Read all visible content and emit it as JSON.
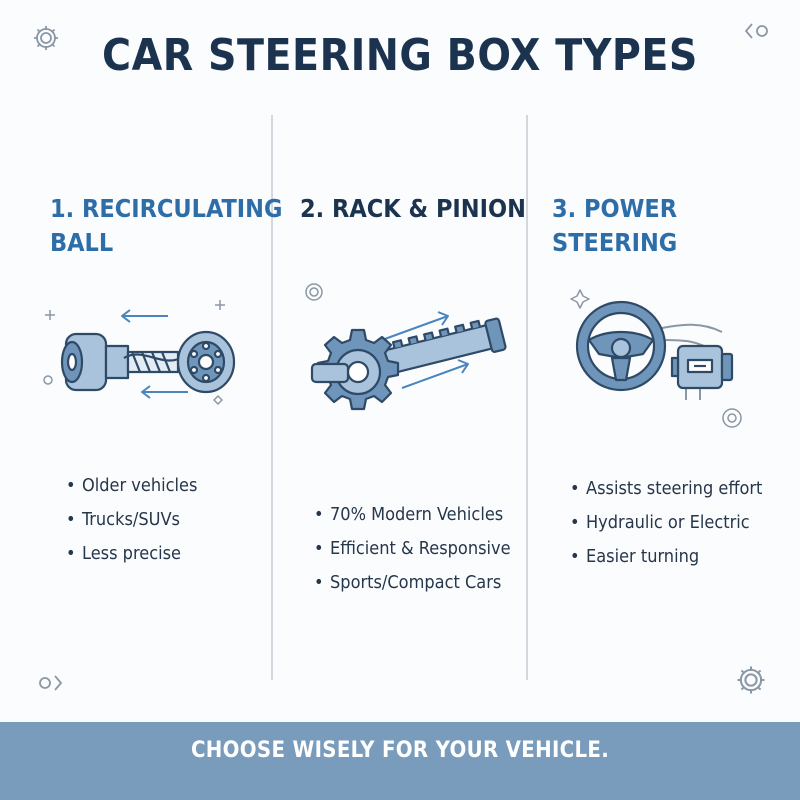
{
  "title": "CAR STEERING BOX TYPES",
  "columns": [
    {
      "heading_line1": "1. RECIRCULATING",
      "heading_line2": "BALL",
      "heading_color": "#2e6ea8",
      "icon": "recirculating-ball-gear-icon",
      "bullets": [
        "Older vehicles",
        "Trucks/SUVs",
        "Less precise"
      ]
    },
    {
      "heading": "2. RACK & PINION",
      "heading_color": "#1c3350",
      "icon": "rack-and-pinion-gear-icon",
      "bullets": [
        "70% Modern Vehicles",
        "Efficient & Responsive",
        "Sports/Compact Cars"
      ]
    },
    {
      "heading": "3. POWER STEERING",
      "heading_color": "#2e6ea8",
      "icon": "steering-wheel-icon",
      "bullets": [
        "Assists steering effort",
        "Hydraulic or Electric",
        "Easier turning"
      ]
    }
  ],
  "footer": "CHOOSE WISELY FOR YOUR VEHICLE.",
  "colors": {
    "stroke": "#2f4a66",
    "fill_light": "#a9c3dc",
    "fill_mid": "#6f95ba",
    "accent": "#4a86bd",
    "footer_bg": "#7a9cbc"
  }
}
